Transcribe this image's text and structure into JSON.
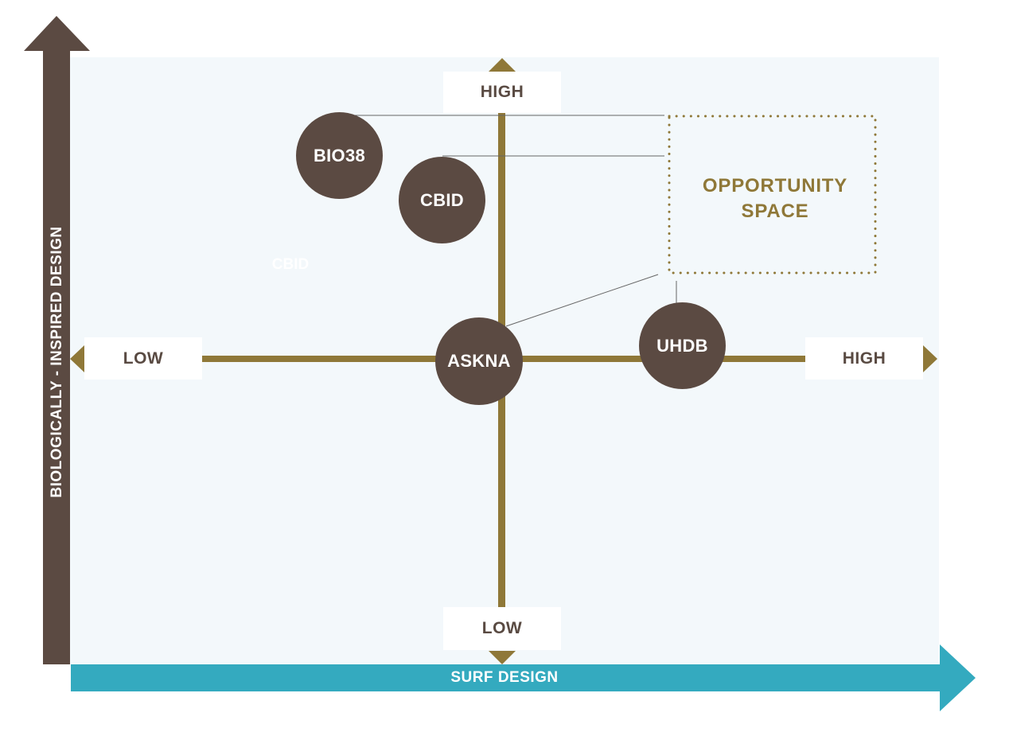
{
  "diagram": {
    "y_axis_title": "BIOLOGICALLY - INSPIRED DESIGN",
    "x_axis_title": "SURF DESIGN",
    "vertical_top_label": "HIGH",
    "vertical_bottom_label": "LOW",
    "horizontal_left_label": "LOW",
    "horizontal_right_label": "HIGH",
    "opportunity_line1": "OPPORTUNITY",
    "opportunity_line2": "SPACE",
    "ghost_label": "CBID",
    "bubbles": [
      {
        "id": "bio38",
        "label": "BIO38"
      },
      {
        "id": "cbid",
        "label": "CBID"
      },
      {
        "id": "askna",
        "label": "ASKNA"
      },
      {
        "id": "uhdb",
        "label": "UHDB"
      }
    ]
  },
  "colors": {
    "panel": "#f3f8fb",
    "y_axis": "#5b4a42",
    "x_axis": "#34aabf",
    "gold": "#8f7838",
    "bubble": "#5b4a42",
    "connector": "#555555"
  }
}
